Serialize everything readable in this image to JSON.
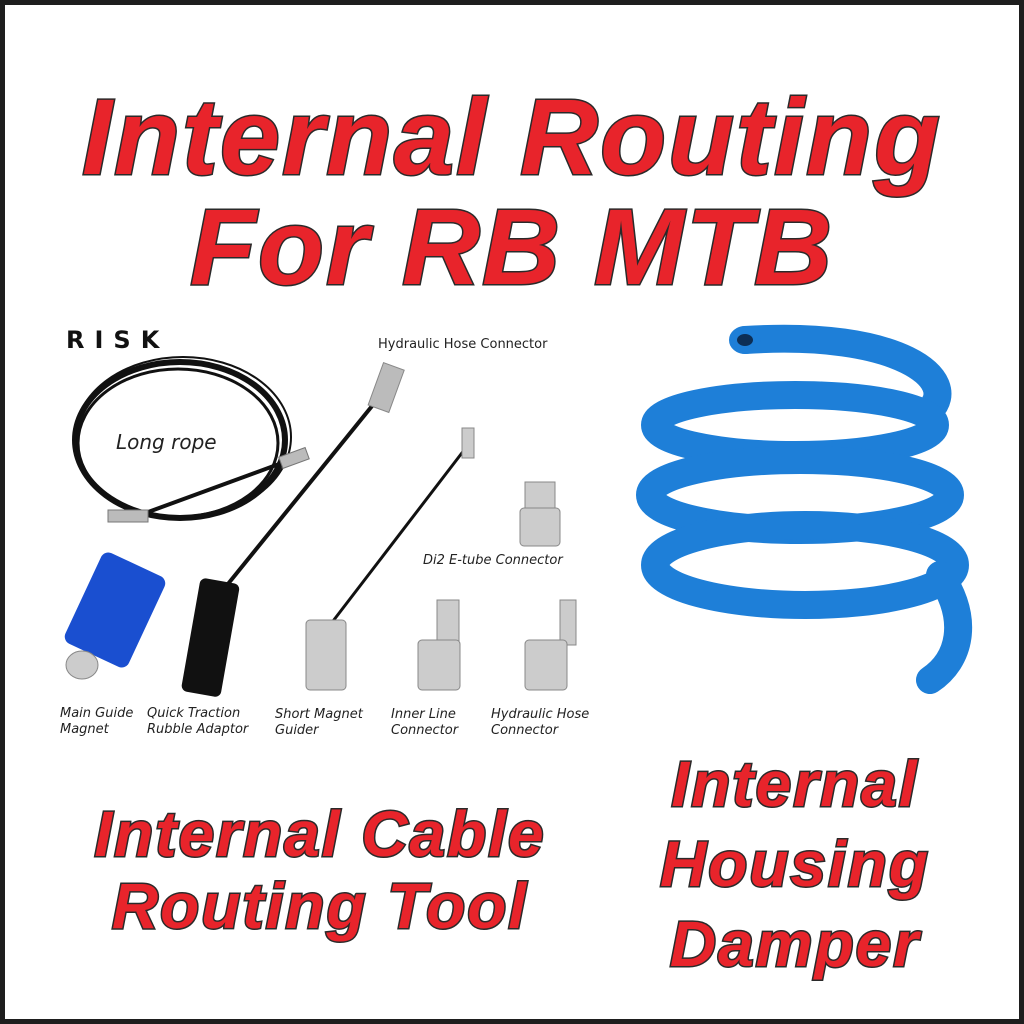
{
  "headline": {
    "line1": "Internal Routing",
    "line2": "For RB MTB"
  },
  "brand_logo": "RISK",
  "left_panel": {
    "long_rope": "Long rope",
    "top_label": "Hydraulic Hose Connector",
    "di2_label": "Di2 E-tube Connector",
    "items": [
      {
        "line1": "Main Guide",
        "line2": "Magnet"
      },
      {
        "line1": "Quick Traction",
        "line2": "Rubble Adaptor"
      },
      {
        "line1": "Short Magnet",
        "line2": "Guider"
      },
      {
        "line1": "Inner Line",
        "line2": "Connector"
      },
      {
        "line1": "Hydraulic Hose",
        "line2": "Connector"
      }
    ],
    "caption": {
      "line1": "Internal Cable",
      "line2": "Routing Tool"
    }
  },
  "right_panel": {
    "caption": {
      "line1": "Internal",
      "line2": "Housing",
      "line3": "Damper"
    }
  },
  "colors": {
    "headline": "#e8242b",
    "outline": "#2a2a2a",
    "tube": "#1e7fd8",
    "adaptor": "#1a4fd0"
  }
}
